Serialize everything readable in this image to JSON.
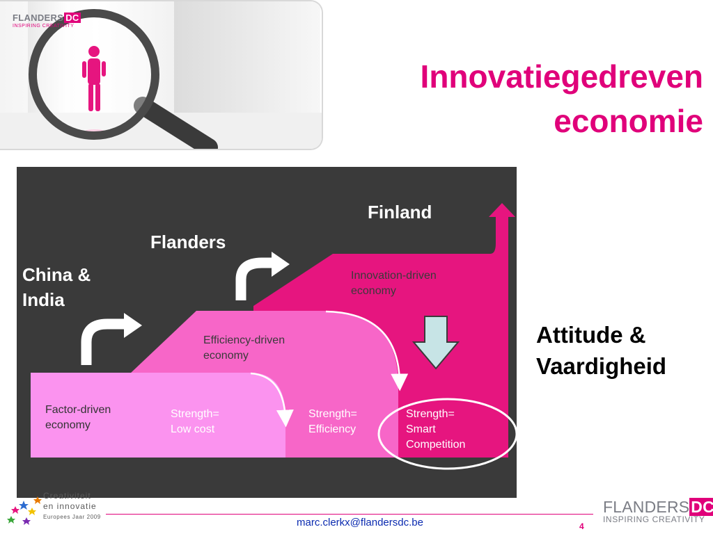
{
  "slide": {
    "title_line1": "Innovatiegedreven",
    "title_line2": "economie",
    "page_number": "4"
  },
  "header_logo": {
    "brand": "FLANDERS",
    "brand_suffix": "DC",
    "tagline": "INSPIRING CREATIVITY"
  },
  "diagram": {
    "countries": {
      "china_line1": "China &",
      "china_line2": "India",
      "flanders": "Flanders",
      "finland": "Finland"
    },
    "stages": {
      "factor_line1": "Factor-driven",
      "factor_line2": "economy",
      "efficiency_line1": "Efficiency-driven",
      "efficiency_line2": "economy",
      "innovation_line1": "Innovation-driven",
      "innovation_line2": "economy"
    },
    "strengths": {
      "low_cost_line1": "Strength=",
      "low_cost_line2": "Low cost",
      "efficiency_line1": "Strength=",
      "efficiency_line2": "Efficiency",
      "smart_line1": "Strength=",
      "smart_line2": "Smart",
      "smart_line3": "Competition"
    },
    "colors": {
      "background": "#3a3a3a",
      "innovation": "#e6157f",
      "efficiency": "#f766c8",
      "factor": "#fb93ef",
      "down_arrow": "#c7e4e6"
    }
  },
  "side_text": {
    "line1": "Attitude &",
    "line2": "Vaardigheid"
  },
  "footer": {
    "email": "marc.clerkx@flandersdc.be",
    "eu_line1": "Creativiteit",
    "eu_line2": "en innovatie",
    "eu_line3": "Europees Jaar 2009",
    "brand": "FLANDERS",
    "brand_suffix": "DC",
    "tagline": "INSPIRING CREATIVITY"
  }
}
